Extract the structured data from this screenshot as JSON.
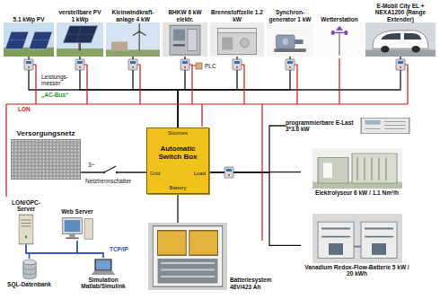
{
  "diagram": {
    "nodes": [
      {
        "text": [
          "5.1 kWp PV"
        ]
      },
      {
        "text": [
          "verstellbare PV 1 kWp"
        ]
      },
      {
        "text": [
          "Kleinwindkraft- anlage 4 kW"
        ]
      },
      {
        "text": [
          "BHKW 6 kW elektr."
        ]
      },
      {
        "text": [
          "Brennstoffzelle 1.2 kW"
        ]
      },
      {
        "text": [
          "Synchron- generator 1 kW"
        ]
      },
      {
        "text": [
          "Wetterstation"
        ]
      },
      {
        "text": [
          "E-Mobil City EL + NEXA1200 (Range Extender)"
        ]
      },
      {
        "text": [
          "Versorgungsnetz"
        ]
      },
      {
        "text": [
          "Automatic Switch Box",
          "Sources",
          "Grid",
          "Load",
          "Battery"
        ]
      },
      {
        "text": [
          "programmierbare E-Last",
          "3*3.6 kW"
        ]
      },
      {
        "text": [
          "Elektrolyseur 6 kW / 1.1 Nm³/h"
        ]
      },
      {
        "text": [
          "Vanadium Redox-Flow-Batterie 5 kW / 20 kWh"
        ]
      },
      {
        "text": [
          "LON/OPC-Server"
        ]
      },
      {
        "text": [
          "Web Server"
        ]
      },
      {
        "text": [
          "Batteriesystem 48V/423 Ah"
        ]
      },
      {
        "text": [
          "SQL-Datenbank"
        ]
      },
      {
        "text": [
          "Simulation Matlab/Simulink"
        ]
      }
    ],
    "edges": [
      {
        "from": 0,
        "to": 9,
        "arrow": "none"
      },
      {
        "from": 1,
        "to": 9,
        "arrow": "none"
      },
      {
        "from": 2,
        "to": 9,
        "arrow": "none"
      },
      {
        "from": 3,
        "to": 9,
        "arrow": "none"
      },
      {
        "from": 4,
        "to": 9,
        "arrow": "none"
      },
      {
        "from": 5,
        "to": 9,
        "arrow": "none"
      },
      {
        "from": 7,
        "to": 9,
        "arrow": "none"
      },
      {
        "from": 8,
        "to": 9,
        "arrow": "none"
      },
      {
        "from": 9,
        "to": 15,
        "arrow": "none"
      },
      {
        "from": 9,
        "to": 10,
        "arrow": "none"
      },
      {
        "from": 9,
        "to": 11,
        "arrow": "none"
      },
      {
        "from": 9,
        "to": 12,
        "arrow": "none"
      },
      {
        "from": 13,
        "to": 16,
        "arrow": "none"
      },
      {
        "from": 13,
        "to": 17,
        "arrow": "none"
      },
      {
        "from": 14,
        "to": 16,
        "arrow": "none"
      },
      {
        "from": 14,
        "to": 17,
        "arrow": "none"
      }
    ],
    "labels": [
      "Leistungs- messer",
      "PLC",
      "„AC-Bus“",
      "LON",
      "3~",
      "Netztrennschalter",
      "TCP/IP"
    ]
  }
}
